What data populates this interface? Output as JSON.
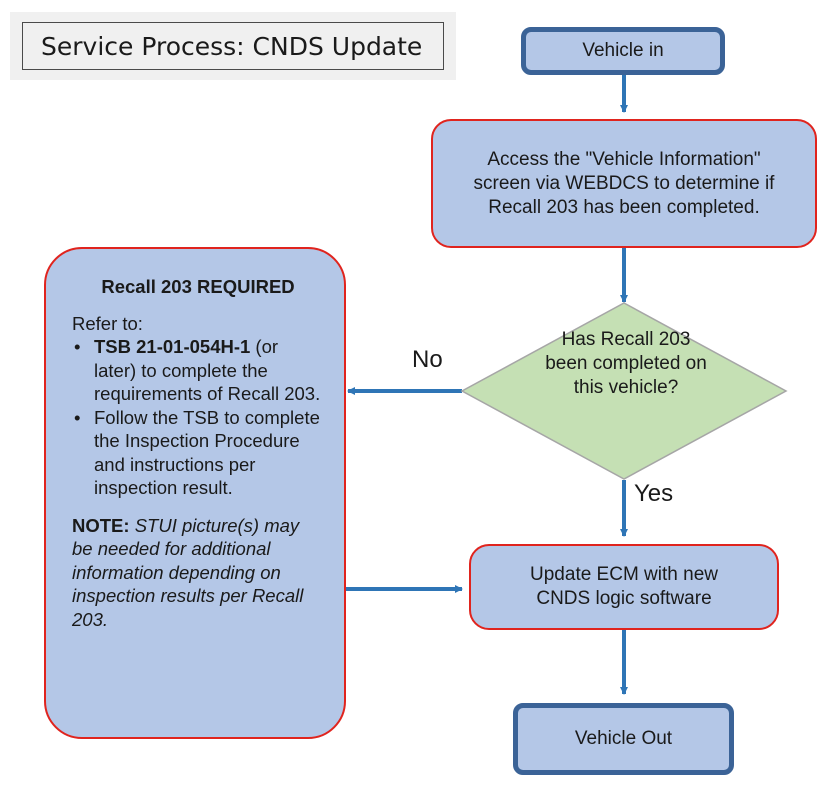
{
  "title": "Service Process: CNDS Update",
  "nodes": {
    "vehicle_in": "Vehicle in",
    "access": "Access the \"Vehicle Information\" screen via WEBDCS to determine if Recall 203 has been completed.",
    "decision": "Has Recall 203 been completed on this vehicle?",
    "update": "Update ECM with new CNDS logic software",
    "vehicle_out": "Vehicle Out"
  },
  "edges": {
    "no": "No",
    "yes": "Yes"
  },
  "side_box": {
    "title": "Recall 203 REQUIRED",
    "refer": "Refer to:",
    "bullet1_bold": "TSB 21-01-054H-1",
    "bullet1_rest": " (or later) to complete the requirements of Recall 203.",
    "bullet2": "Follow the TSB to complete the Inspection Procedure and instructions per inspection result.",
    "note_label": "NOTE:",
    "note_text": " STUI picture(s) may be needed for additional information depending on inspection results per Recall 203."
  },
  "colors": {
    "box_fill": "#b4c7e7",
    "box_border_red": "#e0241e",
    "terminal_border": "#3b6397",
    "decision_fill": "#c5e0b4",
    "arrow": "#2e75b6"
  }
}
